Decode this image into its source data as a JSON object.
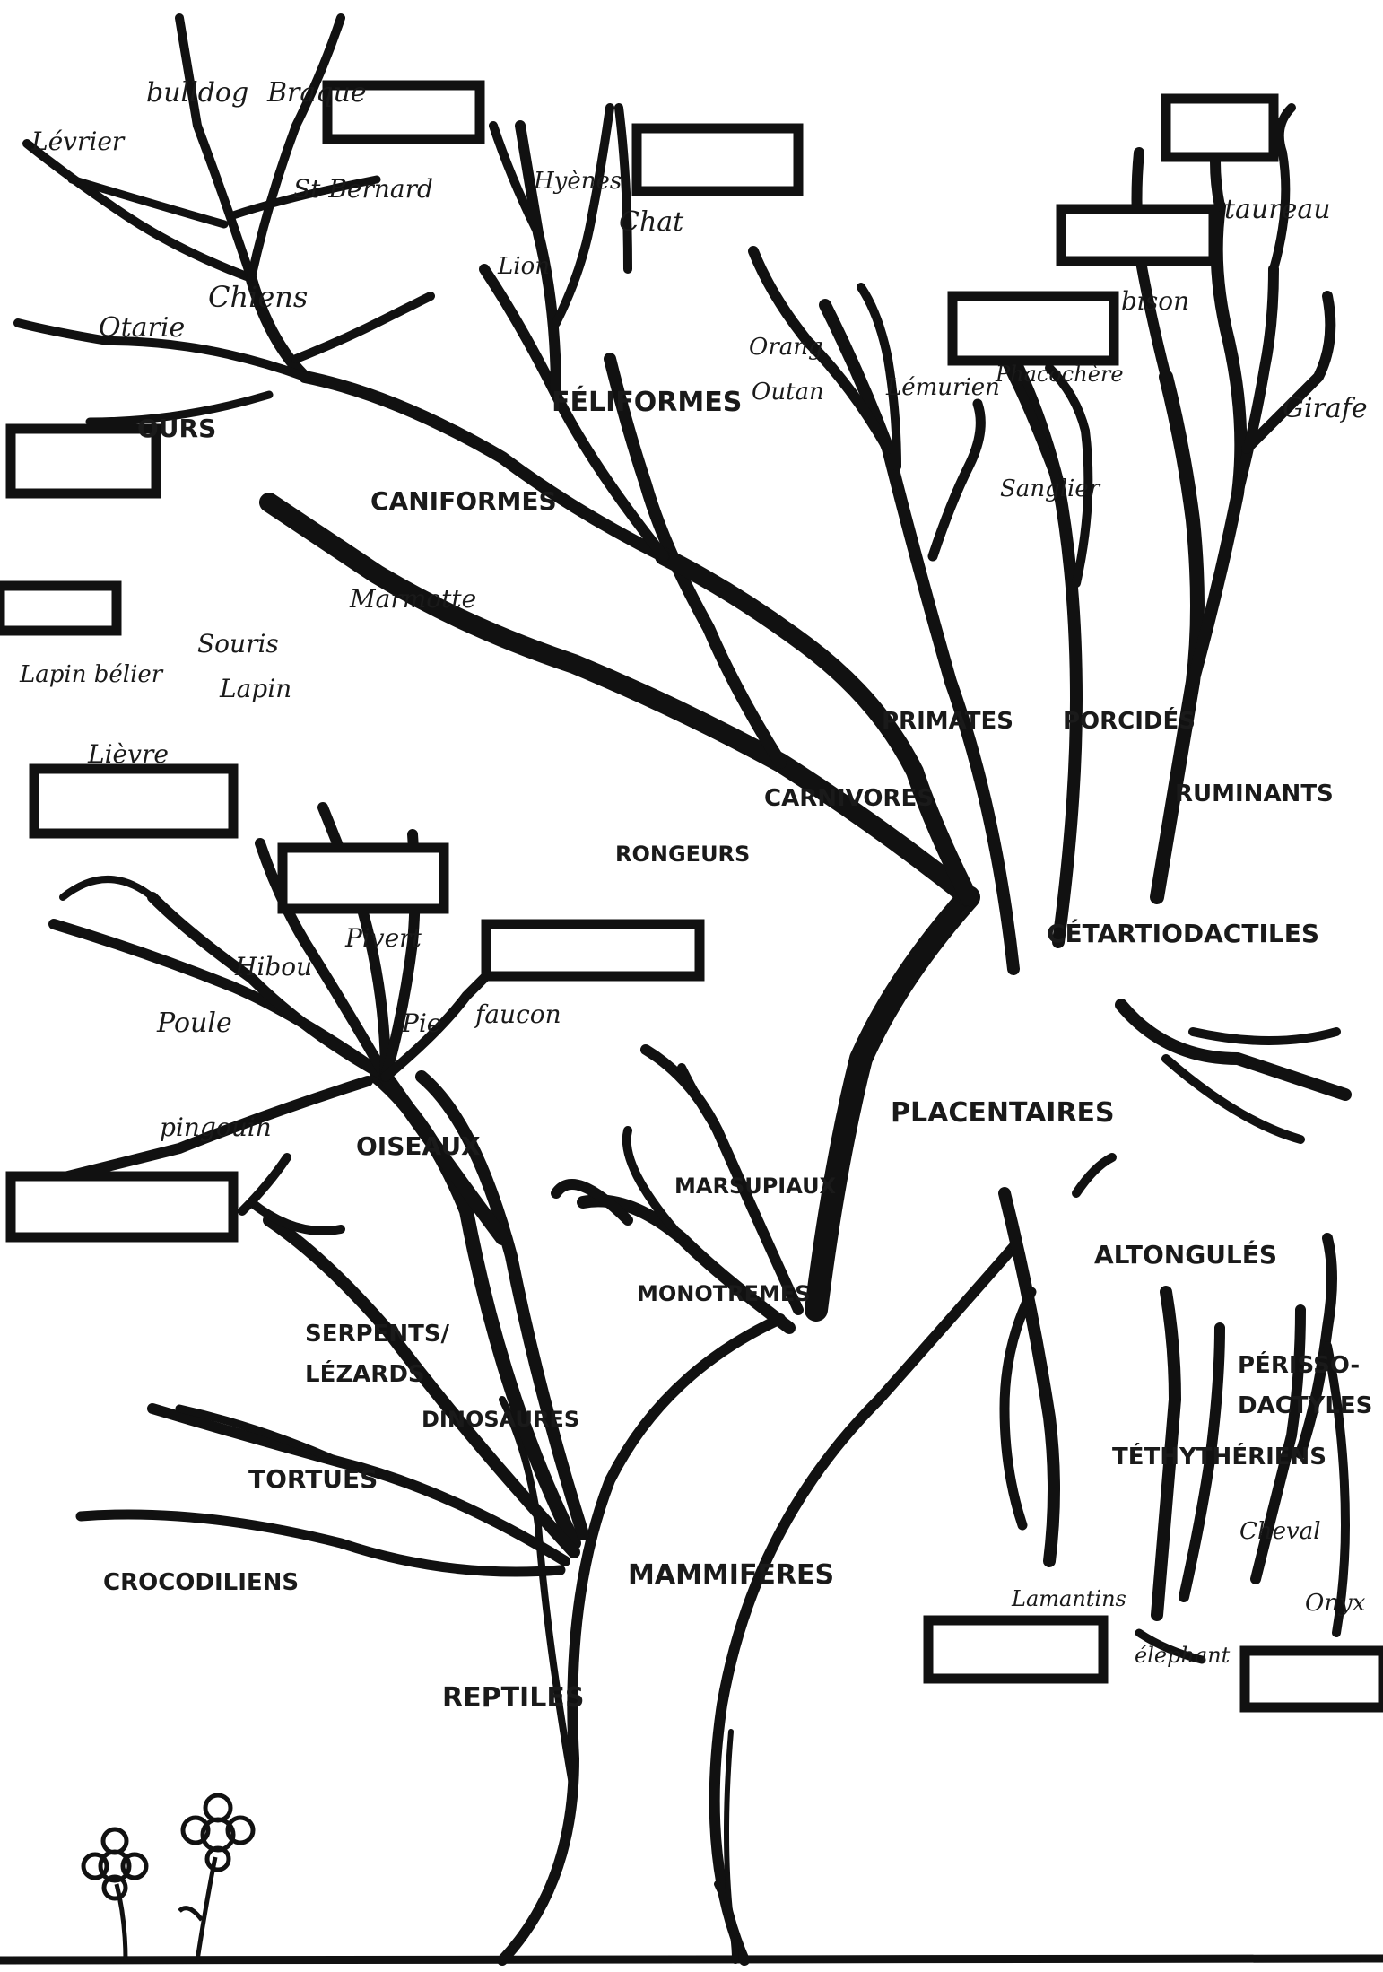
{
  "groups": {
    "reptiles": "REPTILES",
    "mammiferes": "MAMMIFERES",
    "oiseaux": "OISEAUX",
    "serpents": "SERPENTS/",
    "lezards": "LÉZARDS",
    "dinosaures": "DINOSAURES",
    "tortues": "TORTUES",
    "crocodiliens": "CROCODILIENS",
    "monotremes": "MONOTREMES",
    "marsupiaux": "MARSUPIAUX",
    "placentaires": "PLACENTAIRES",
    "rongeurs": "RONGEURS",
    "carnivores": "CARNIVORES",
    "caniformes": "CANIFORMES",
    "feliformes": "FÉLIFORMES",
    "primates": "PRIMATES",
    "porcides": "PORCIDÉS",
    "ruminants": "RUMINANTS",
    "cetartiodactiles": "CÉTARTIODACTILES",
    "altongules": "ALTONGULÉS",
    "perisso": "PÉRISSO-",
    "dactyles": "DACTYLES",
    "tethytheriens": "TÉTHYTHÉRIENS"
  },
  "species": {
    "bulldog": "bulldog",
    "braque": "Braque",
    "levrier": "Lévrier",
    "st_bernard": "St Bernard",
    "chiens": "Chiens",
    "otarie": "Otarie",
    "ours": "OURS",
    "hyenes": "Hyènes",
    "chat": "Chat",
    "lion": "Lion",
    "orang": "Orang",
    "outan": "Outan",
    "lemurien": "Lémurien",
    "phacochere": "Phacochère",
    "sanglier": "Sanglier",
    "taureau": "taureau",
    "bison": "bison",
    "girafe": "Girafe",
    "marmotte": "Marmotte",
    "souris": "Souris",
    "lapin_belier": "Lapin bélier",
    "lapin": "Lapin",
    "lievre": "Lièvre",
    "hibou": "Hibou",
    "pivert": "Pivert",
    "poule": "Poule",
    "pie": "Pie",
    "faucon": "faucon",
    "pingouin": "pingouin",
    "lamantins": "Lamantins",
    "elephant": "éléphant",
    "cheval": "Cheval",
    "onyx": "Onyx"
  }
}
